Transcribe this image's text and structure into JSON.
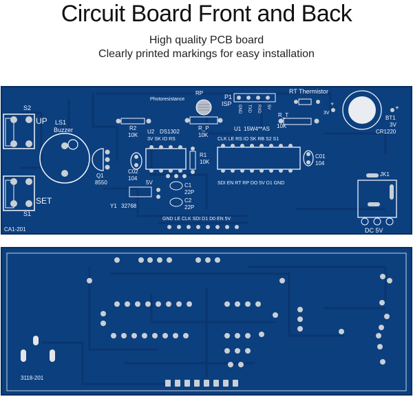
{
  "header": {
    "title": "Circuit Board Front and Back",
    "subtitle_line1": "High quality PCB board",
    "subtitle_line2": "Clearly printed markings for easy installation"
  },
  "colors": {
    "board": "#0c3f7e",
    "board_dark": "#072d5e",
    "trace": "#0a3670",
    "silk": "#f2f6ff",
    "pad": "#c9cfd6"
  },
  "front": {
    "labels": {
      "s2": "S2",
      "up": "UP",
      "ls1": "LS1",
      "buzzer": "Buzzer",
      "set": "SET",
      "s1": "S1",
      "q1": "Q1",
      "q1_part": "8550",
      "co2": "C02",
      "co2_val": "104",
      "r2": "R2",
      "r2_val": "10K",
      "u2": "U2",
      "ds1302": "DS1302",
      "u2_pins": "3V  SK  IO  RS",
      "u2_pin_bottom": "5V",
      "r1": "R1",
      "r1_val": "10K",
      "c1": "C1",
      "c1_val": "22P",
      "c2": "C2",
      "c2_val": "22P",
      "y1": "Y1",
      "y1_val": "32768",
      "rp": "RP",
      "photoresistance": "Photoresistance",
      "r_p": "R_P",
      "r_p_val": "10K",
      "p1": "P1",
      "isp": "ISP",
      "isp_pins": [
        "GND",
        "TXD",
        "RXD",
        "5V"
      ],
      "u1": "U1",
      "u1_part": "15W4**AS",
      "u1_top_pins": "CLK  LE  RS  IO  SK  RB  S2  S1",
      "u1_bottom_pins": "SDI  EN  RT  RP  DO  5V  D1  GND",
      "co1": "C01",
      "co1_val": "104",
      "rt_thermistor": "RT Thermistor",
      "r_t": "R_T",
      "r_t_val": "10K",
      "bt1": "BT1",
      "bt1_volt": "3V",
      "bt1_part": "CR1220",
      "plus": "+",
      "minus": "-",
      "plus3v": "+",
      "label_3v": "3V",
      "jk1": "JK1",
      "dc5v": "DC  5V",
      "header_pins": "GND  LE  CLK  SDI  D1  D0  EN  5V",
      "board_id": "CA1-201"
    }
  },
  "back": {
    "board_id": "3118-201"
  }
}
